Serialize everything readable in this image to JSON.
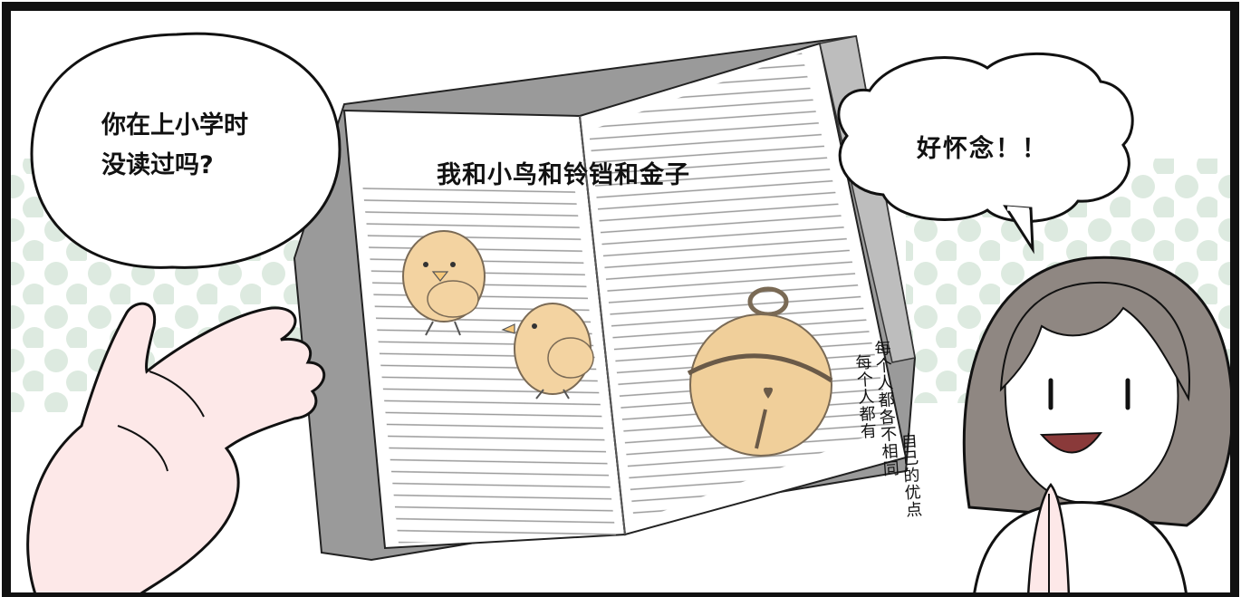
{
  "speech_left": {
    "line1": "你在上小学时",
    "line2": "没读过吗?"
  },
  "book": {
    "title": "我和小鸟和铃铛和金子"
  },
  "speech_right": {
    "text": "好怀念！！"
  },
  "side_note": {
    "col1": "每个人都有",
    "col2": "每个人都各不相同",
    "col3": "自己的优点"
  },
  "colors": {
    "border": "#111111",
    "dots": "#d9e8dc",
    "chick": "#f3d3a1",
    "bell": "#f0cf9a",
    "skin": "#fde8e8",
    "hair": "#8f8782"
  },
  "icons": [
    "chick-illustration",
    "bell-illustration",
    "hand-illustration",
    "girl-character"
  ]
}
